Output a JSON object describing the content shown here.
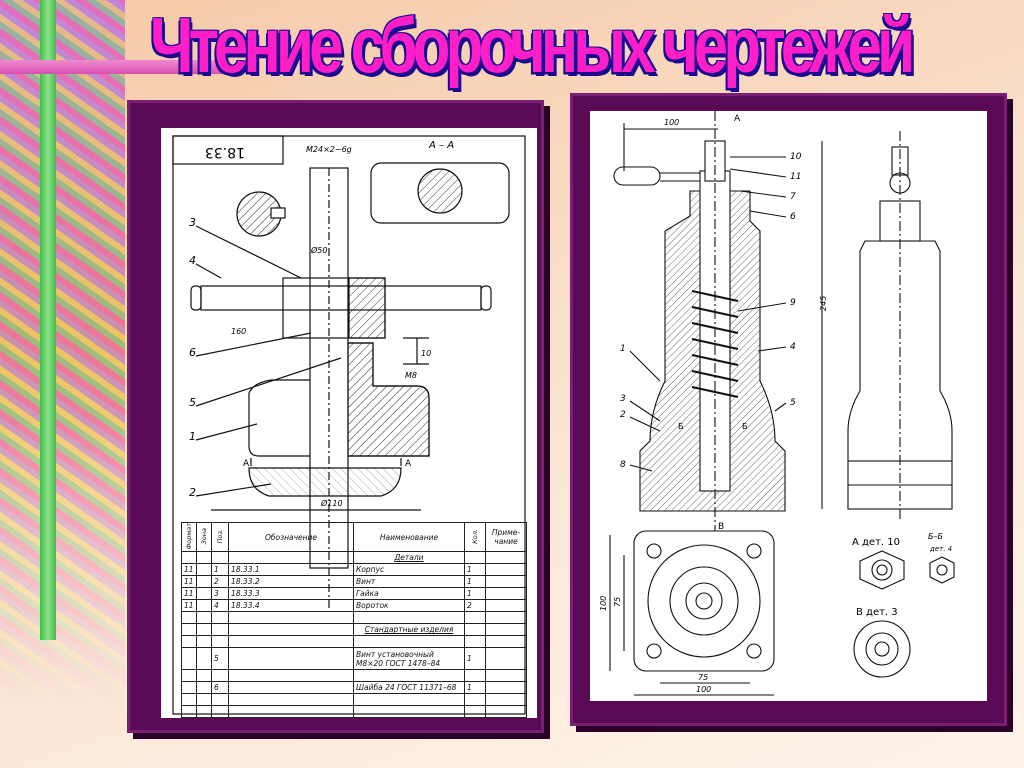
{
  "slide": {
    "title": "Чтение сборочных чертежей"
  },
  "left_drawing": {
    "sheet_code": "18.33",
    "thread_label": "M24×2−6g",
    "section_label": "А – А",
    "dim_diam50": "Ø50",
    "dim_160": "160",
    "dim_10": "10",
    "dim_m8": "М8",
    "dim_diam110": "Ø110",
    "cut_a_left": "А",
    "cut_a_right": "А",
    "leaders": [
      "3",
      "4",
      "6",
      "5",
      "1",
      "2"
    ],
    "spec_headers": {
      "format": "Формат",
      "zone": "Зона",
      "pos": "Поз.",
      "designation": "Обозначение",
      "name": "Наименование",
      "qty": "Кол.",
      "note": "Приме- чание"
    },
    "section_details": "Детали",
    "section_standard": "Стандартные изделия",
    "rows": [
      {
        "format": "11",
        "pos": "1",
        "designation": "18.33.1",
        "name": "Корпус",
        "qty": "1"
      },
      {
        "format": "11",
        "pos": "2",
        "designation": "18.33.2",
        "name": "Винт",
        "qty": "1"
      },
      {
        "format": "11",
        "pos": "3",
        "designation": "18.33.3",
        "name": "Гайка",
        "qty": "1"
      },
      {
        "format": "11",
        "pos": "4",
        "designation": "18.33.4",
        "name": "Вороток",
        "qty": "2"
      }
    ],
    "standard_rows": [
      {
        "pos": "5",
        "name": "Винт установочный М8×20 ГОСТ 1478–84",
        "qty": "1"
      },
      {
        "pos": "6",
        "name": "Шайба 24 ГОСТ 11371–68",
        "qty": "1"
      }
    ]
  },
  "right_drawing": {
    "dim_100_top": "100",
    "view_a": "А",
    "view_b": "В",
    "dim_245": "245",
    "leaders_right": [
      "10",
      "11",
      "7",
      "6",
      "9",
      "4",
      "5"
    ],
    "leaders_left": [
      "1",
      "3",
      "2",
      "8"
    ],
    "section_b": "Б",
    "dim_100_side": "100",
    "dim_75_side": "75",
    "dim_75_bottom": "75",
    "dim_100_bottom": "100",
    "label_a_det10": "А дет. 10",
    "label_bb": "Б–Б",
    "label_det4": "дет. 4",
    "label_v_det3": "В дет. 3"
  }
}
